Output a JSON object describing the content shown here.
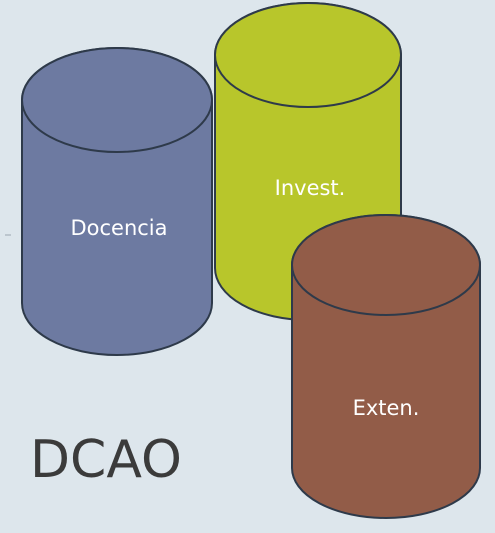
{
  "diagram": {
    "title": "DCAO",
    "colors": {
      "background": "#dde6ec",
      "stroke": "#2e3a4a",
      "docencia": "#6d7aa1",
      "invest": "#b8c62b",
      "exten": "#925c48",
      "label": "#ffffff"
    },
    "cylinders": [
      {
        "id": "docencia",
        "label": "Docencia"
      },
      {
        "id": "invest",
        "label": "Invest."
      },
      {
        "id": "exten",
        "label": "Exten."
      }
    ]
  }
}
